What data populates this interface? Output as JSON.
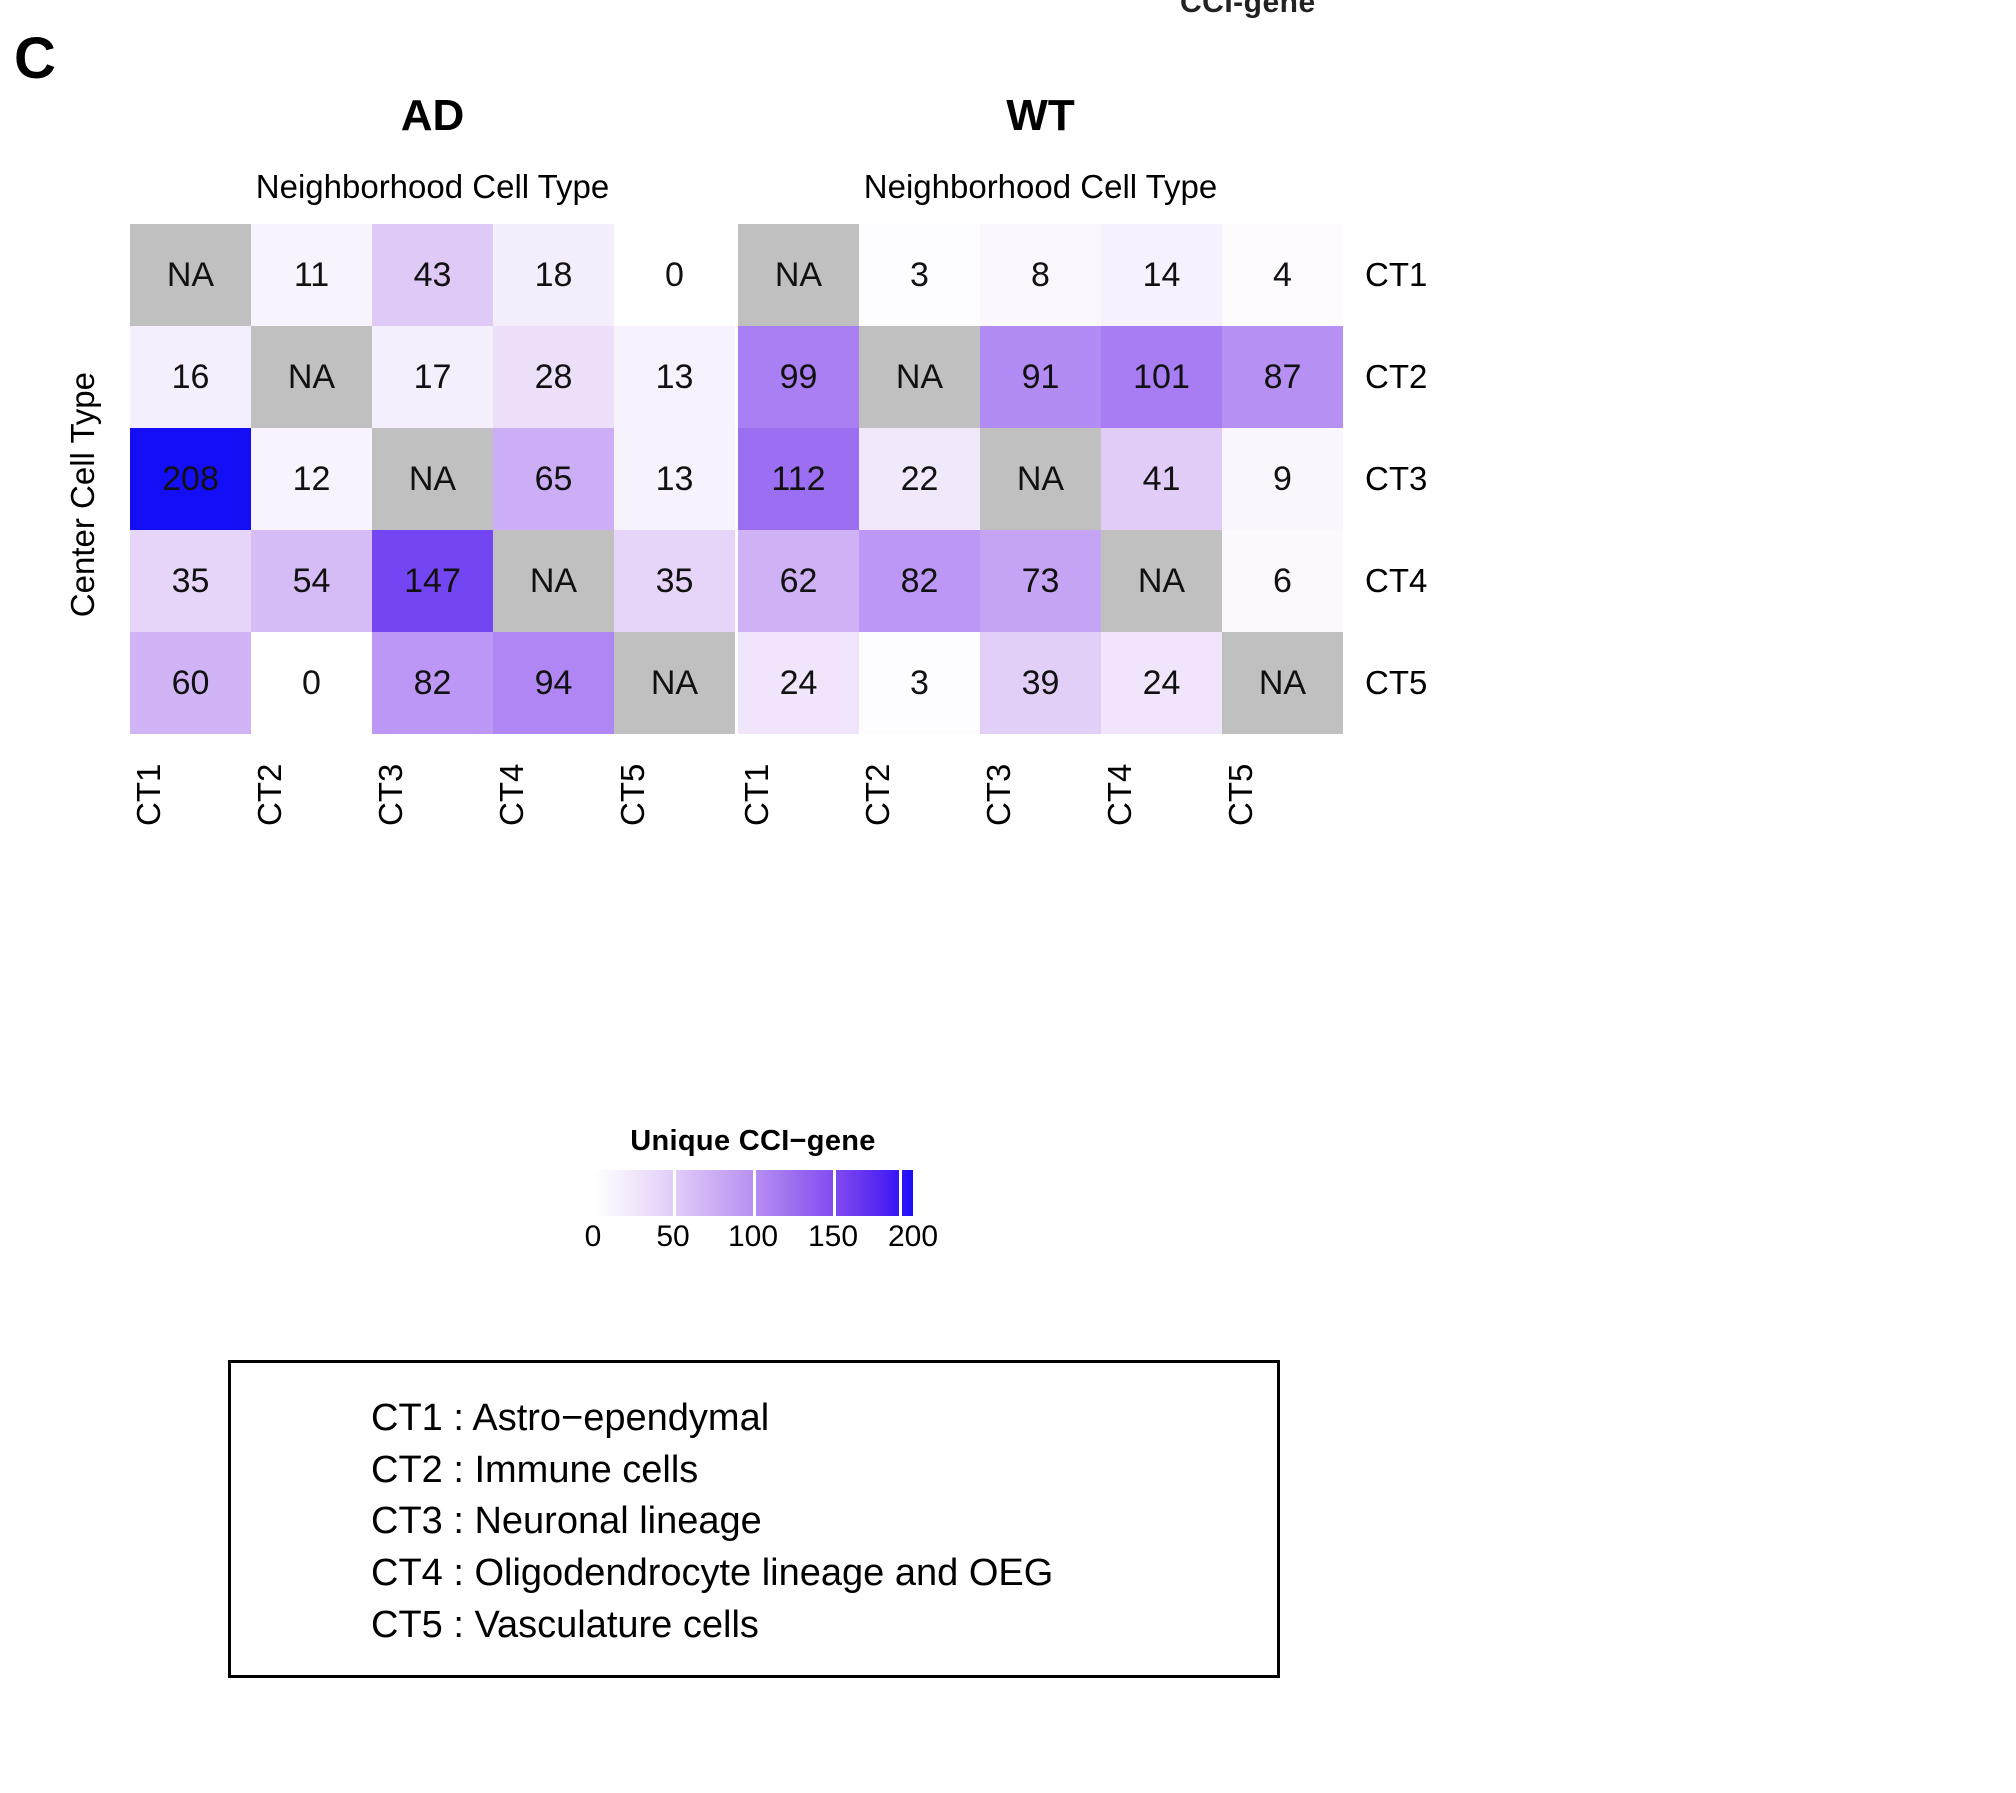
{
  "panel": {
    "letter": "C"
  },
  "top_sliver": {
    "text": "CCI-gene"
  },
  "axis": {
    "x_title": "Neighborhood Cell Type",
    "y_title": "Center Cell Type"
  },
  "colorbar": {
    "title": "Unique CCI−gene",
    "ticks": [
      "0",
      "50",
      "100",
      "150",
      "200"
    ],
    "min": 0,
    "max": 200,
    "low_color": "#ffffff",
    "mid_color": "#9a6af0",
    "high_color": "#1a0ef7",
    "na_color": "#c0c0c0"
  },
  "legend": {
    "items": [
      "CT1 : Astro−ependymal",
      "CT2 : Immune cells",
      "CT3 : Neuronal lineage",
      "CT4 : Oligodendrocyte lineage and OEG",
      "CT5 : Vasculature cells"
    ]
  },
  "chart_data": [
    {
      "type": "heatmap",
      "title": "AD",
      "subtitle": "Neighborhood Cell Type",
      "xlabel": "Neighborhood Cell Type",
      "ylabel": "Center Cell Type",
      "x_categories": [
        "CT1",
        "CT2",
        "CT3",
        "CT4",
        "CT5"
      ],
      "y_categories": [
        "CT1",
        "CT2",
        "CT3",
        "CT4",
        "CT5"
      ],
      "values": [
        [
          "NA",
          11,
          43,
          18,
          0
        ],
        [
          16,
          "NA",
          17,
          28,
          13
        ],
        [
          208,
          12,
          "NA",
          65,
          13
        ],
        [
          35,
          54,
          147,
          "NA",
          35
        ],
        [
          60,
          0,
          82,
          94,
          "NA"
        ]
      ],
      "colorbar_label": "Unique CCI−gene",
      "zlim": [
        0,
        200
      ]
    },
    {
      "type": "heatmap",
      "title": "WT",
      "subtitle": "Neighborhood Cell Type",
      "xlabel": "Neighborhood Cell Type",
      "ylabel": "Center Cell Type",
      "x_categories": [
        "CT1",
        "CT2",
        "CT3",
        "CT4",
        "CT5"
      ],
      "y_categories": [
        "CT1",
        "CT2",
        "CT3",
        "CT4",
        "CT5"
      ],
      "values": [
        [
          "NA",
          3,
          8,
          14,
          4
        ],
        [
          99,
          "NA",
          91,
          101,
          87
        ],
        [
          112,
          22,
          "NA",
          41,
          9
        ],
        [
          62,
          82,
          73,
          "NA",
          6
        ],
        [
          24,
          3,
          39,
          24,
          "NA"
        ]
      ],
      "colorbar_label": "Unique CCI−gene",
      "zlim": [
        0,
        200
      ]
    }
  ]
}
